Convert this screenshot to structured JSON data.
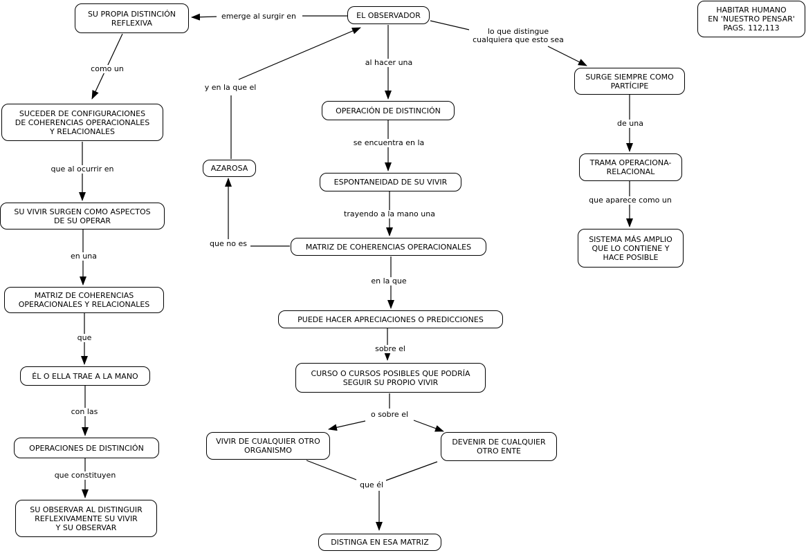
{
  "nodes": {
    "su_propia_distincion": {
      "label": "SU PROPIA DISTINCIÓN\nREFLEXIVA"
    },
    "el_observador": {
      "label": "EL OBSERVADOR"
    },
    "habitar_humano": {
      "label": "HABITAR HUMANO\nEN 'NUESTRO PENSAR'\nPAGS. 112,113"
    },
    "surge_siempre": {
      "label": "SURGE SIEMPRE COMO\nPARTÍCIPE"
    },
    "suceder_configuraciones": {
      "label": "SUCEDER DE CONFIGURACIONES\nDE COHERENCIAS OPERACIONALES\nY RELACIONALES"
    },
    "azarosa": {
      "label": "AZAROSA"
    },
    "operacion_distincion": {
      "label": "OPERACIÓN DE DISTINCIÓN"
    },
    "espontaneidad": {
      "label": "ESPONTANEIDAD DE SU VIVIR"
    },
    "trama": {
      "label": "TRAMA OPERACIONA-\nRELACIONAL"
    },
    "su_vivir_surgen": {
      "label": "SU VIVIR SURGEN COMO ASPECTOS\nDE SU OPERAR"
    },
    "matriz_operacionales": {
      "label": "MATRIZ DE COHERENCIAS OPERACIONALES"
    },
    "sistema_mas_amplio": {
      "label": "SISTEMA MÁS AMPLIO\nQUE LO CONTIENE Y\nHACE POSIBLE"
    },
    "matriz_op_rel": {
      "label": "MATRIZ DE COHERENCIAS\nOPERACIONALES Y RELACIONALES"
    },
    "puede_hacer": {
      "label": "PUEDE HACER APRECIACIONES O PREDICCIONES"
    },
    "el_o_ella": {
      "label": "ÉL O ELLA TRAE A LA MANO"
    },
    "curso_cursos": {
      "label": "CURSO O CURSOS POSIBLES QUE PODRÍA\nSEGUIR SU PROPIO VIVIR"
    },
    "operaciones_distincion": {
      "label": "OPERACIONES DE DISTINCIÓN"
    },
    "vivir_otro_organismo": {
      "label": "VIVIR DE CUALQUIER OTRO\nORGANISMO"
    },
    "devenir_otro_ente": {
      "label": "DEVENIR DE CUALQUIER\nOTRO ENTE"
    },
    "su_observar": {
      "label": "SU OBSERVAR AL DISTINGUIR\nREFLEXIVAMENTE SU VIVIR\nY SU OBSERVAR"
    },
    "distinga": {
      "label": "DISTINGA EN ESA MATRIZ"
    }
  },
  "edge_labels": {
    "emerge": "emerge al surgir en",
    "como_un": "como un",
    "al_hacer_una": "al hacer una",
    "lo_que_distingue": "lo que distingue\ncualquiera que esto sea",
    "de_una": "de una",
    "que_aparece_como_un": "que aparece como un",
    "que_al_ocurrir_en": "que al ocurrir en",
    "en_una": "en una",
    "que": "que",
    "con_las": "con las",
    "que_constituyen": "que constituyen",
    "y_en_la_que_el": "y en la que el",
    "se_encuentra_en_la": "se encuentra en la",
    "trayendo_a_la_mano_una": "trayendo a la mano una",
    "que_no_es": "que no es",
    "en_la_que": "en la que",
    "sobre_el": "sobre el",
    "o_sobre_el": "o sobre el",
    "que_el": "que él"
  },
  "colors": {
    "background": "#ffffff",
    "node_fill": "#ffffff",
    "node_border": "#000000",
    "line": "#000000",
    "text": "#000000"
  }
}
